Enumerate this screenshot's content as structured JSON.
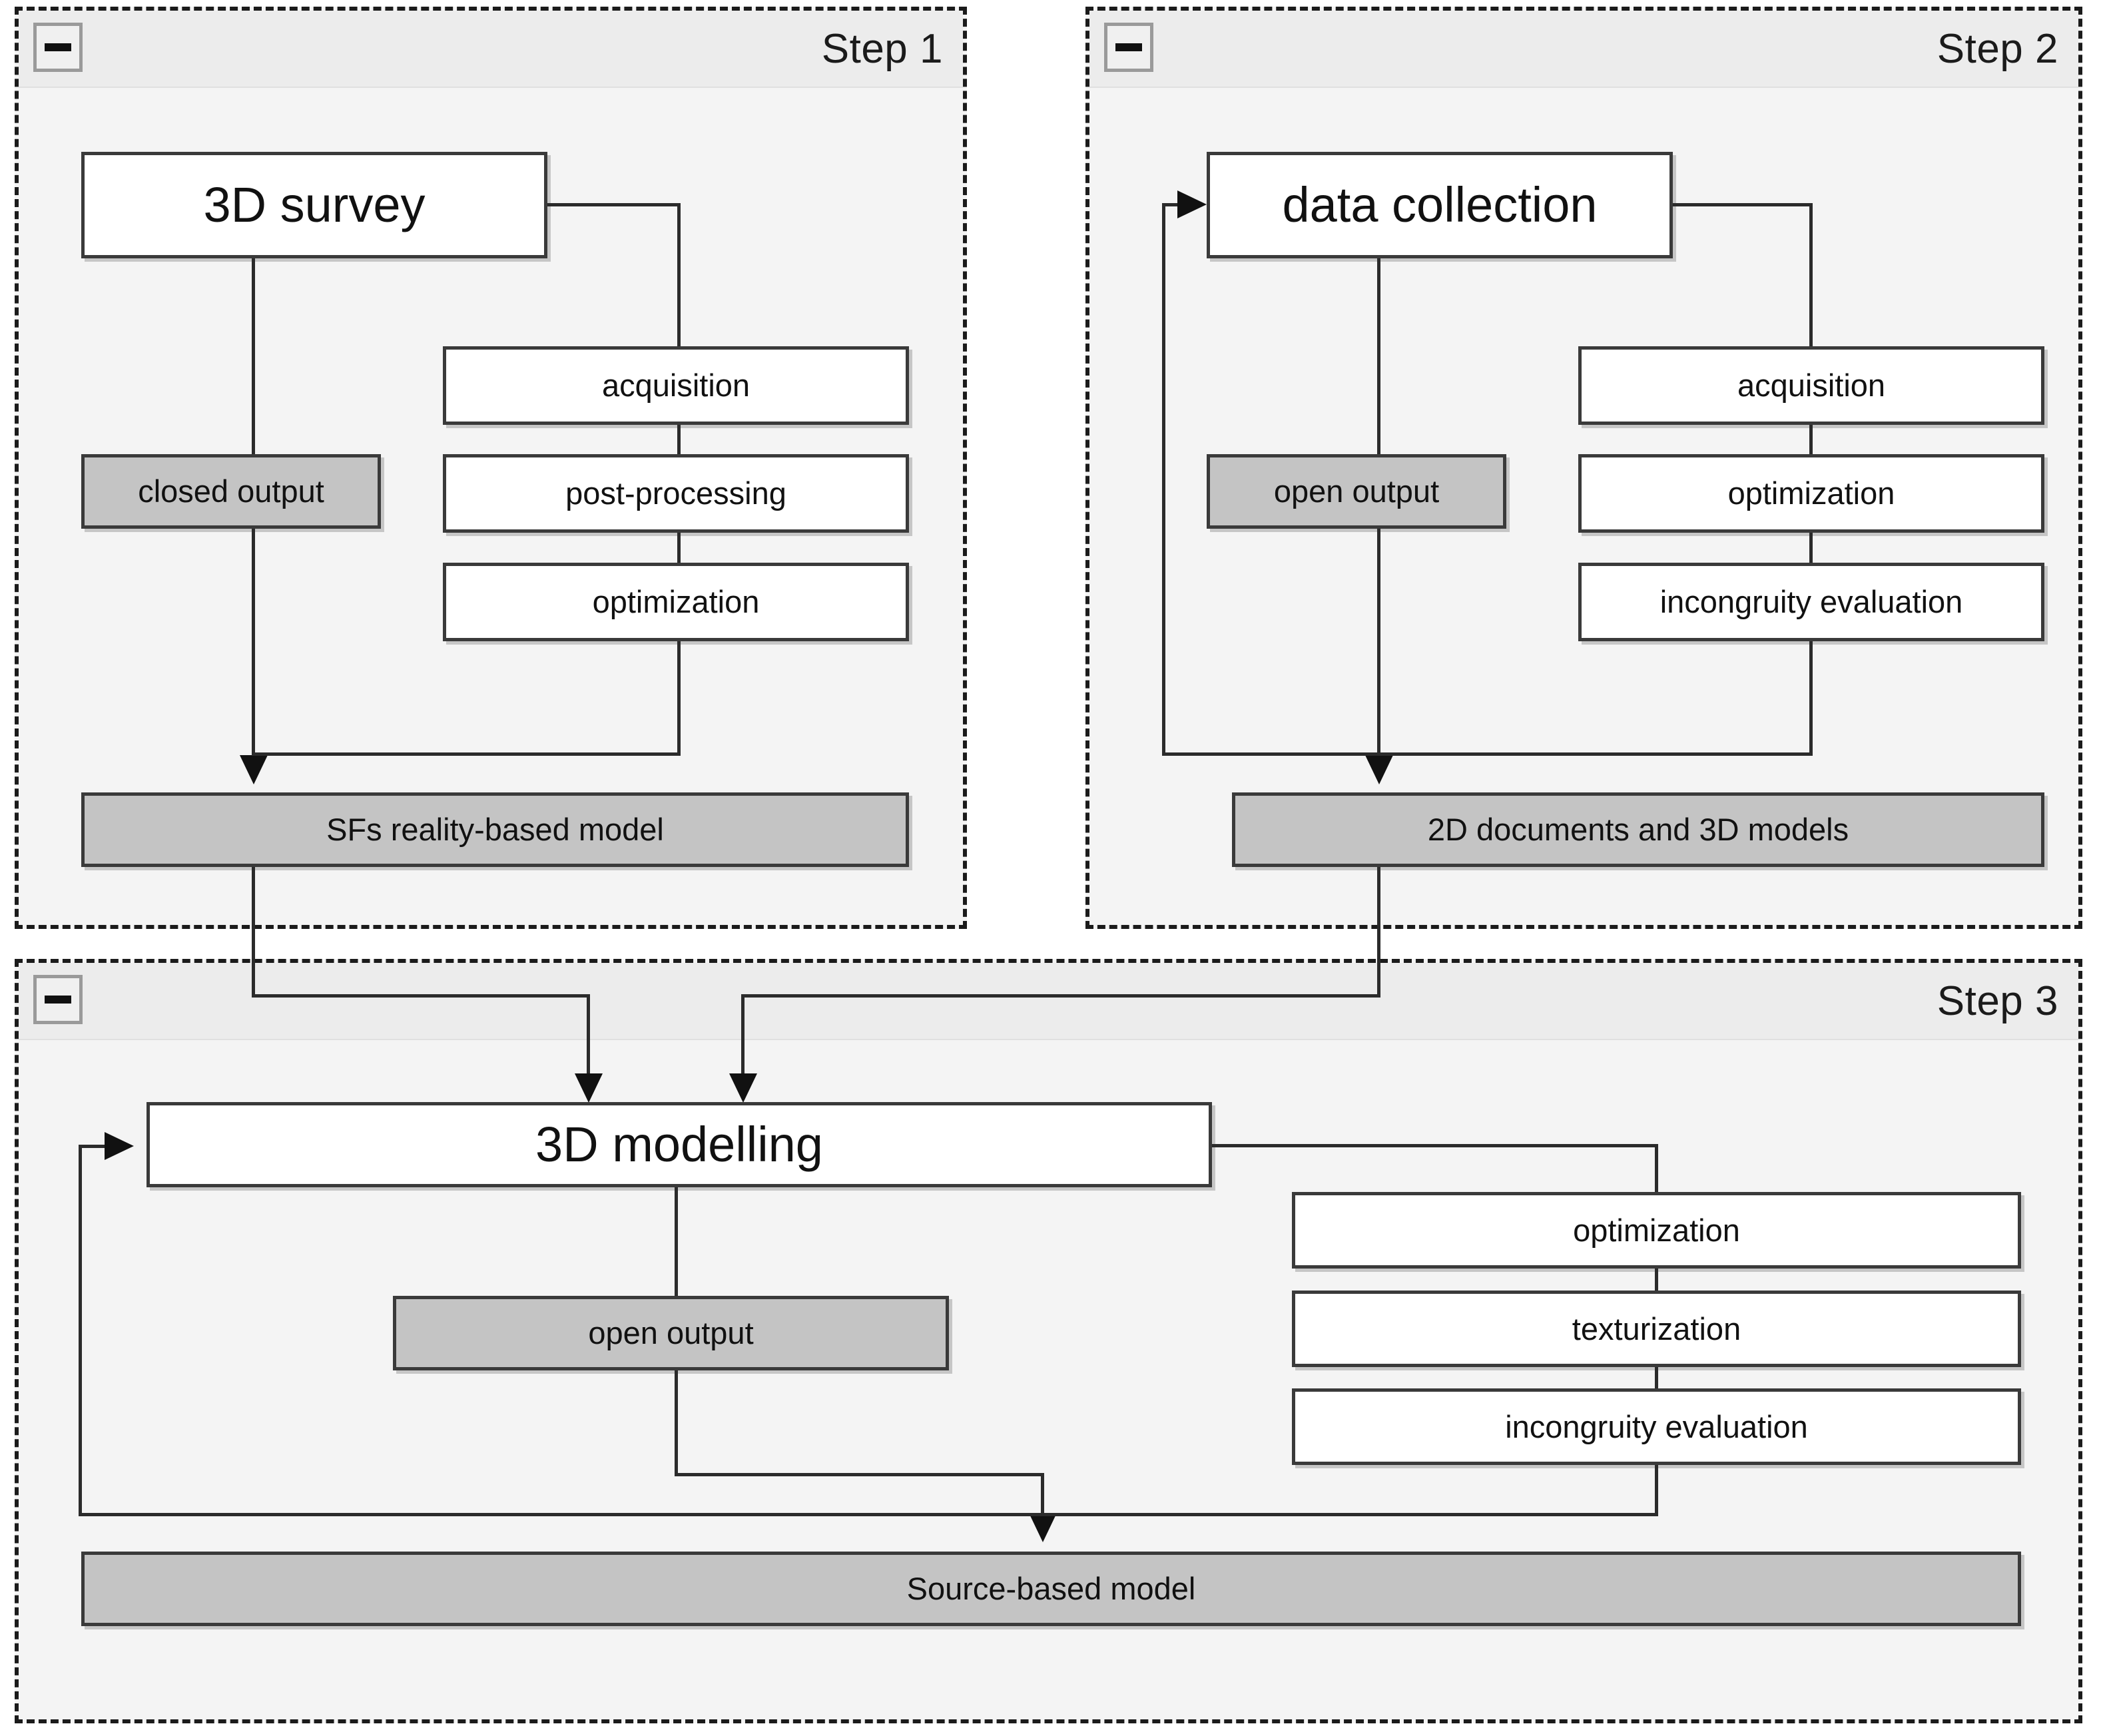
{
  "diagram": {
    "title_not_shown": "",
    "panels": [
      {
        "id": "step1",
        "title": "Step 1",
        "minimize_icon": "minimize-icon",
        "nodes": [
          {
            "id": "s1-main",
            "label": "3D survey",
            "style": "white"
          },
          {
            "id": "s1-out",
            "label": "closed output",
            "style": "gray"
          },
          {
            "id": "s1-p1",
            "label": "acquisition",
            "style": "white"
          },
          {
            "id": "s1-p2",
            "label": "post-processing",
            "style": "white"
          },
          {
            "id": "s1-p3",
            "label": "optimization",
            "style": "white"
          },
          {
            "id": "s1-result",
            "label": "SFs reality-based model",
            "style": "gray"
          }
        ]
      },
      {
        "id": "step2",
        "title": "Step 2",
        "minimize_icon": "minimize-icon",
        "nodes": [
          {
            "id": "s2-main",
            "label": "data collection",
            "style": "white"
          },
          {
            "id": "s2-out",
            "label": "open output",
            "style": "gray"
          },
          {
            "id": "s2-p1",
            "label": "acquisition",
            "style": "white"
          },
          {
            "id": "s2-p2",
            "label": "optimization",
            "style": "white"
          },
          {
            "id": "s2-p3",
            "label": "incongruity evaluation",
            "style": "white"
          },
          {
            "id": "s2-result",
            "label": "2D documents and 3D models",
            "style": "gray"
          }
        ]
      },
      {
        "id": "step3",
        "title": "Step 3",
        "minimize_icon": "minimize-icon",
        "nodes": [
          {
            "id": "s3-main",
            "label": "3D modelling",
            "style": "white"
          },
          {
            "id": "s3-out",
            "label": "open output",
            "style": "gray"
          },
          {
            "id": "s3-p1",
            "label": "optimization",
            "style": "white"
          },
          {
            "id": "s3-p2",
            "label": "texturization",
            "style": "white"
          },
          {
            "id": "s3-p3",
            "label": "incongruity evaluation",
            "style": "white"
          },
          {
            "id": "s3-result",
            "label": "Source-based model",
            "style": "gray"
          }
        ]
      }
    ]
  },
  "colors": {
    "panel_fill": "#f4f4f4",
    "panel_header": "#ececec",
    "panel_border": "#1b1b1b",
    "node_border": "#3a3a3a",
    "node_fill_white": "#ffffff",
    "node_fill_gray": "#c4c4c4",
    "connector": "#2b2b2b",
    "text": "#111111"
  }
}
